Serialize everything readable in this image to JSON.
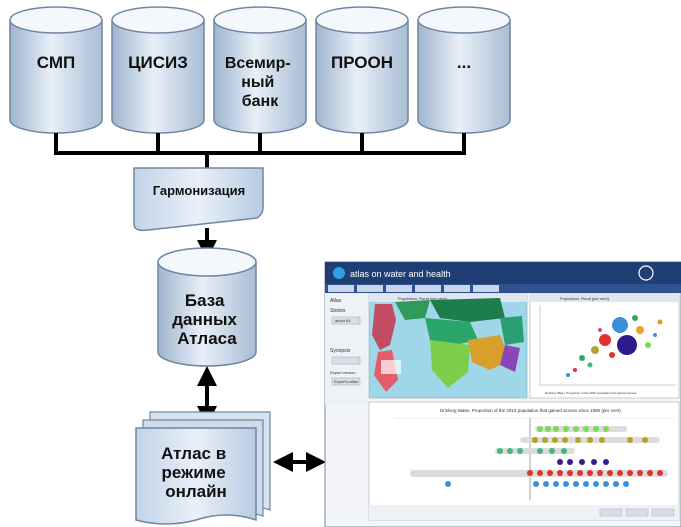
{
  "sources": [
    "СМП",
    "ЦИСИЗ",
    "Всемир-\nный\nбанк",
    "ПРООН",
    "..."
  ],
  "harmonization": "Гармонизация",
  "database": "База\nданных\nАтласа",
  "online_atlas": "Атлас в\nрежиме\nонлайн",
  "screenshot": {
    "title": "atlas on water and health",
    "sidebar": [
      "Atlas",
      "Stories",
      "about All",
      "Synopsis",
      "Expert version",
      "Expert's atlas"
    ],
    "map_label": "Population, Rural (per cent)",
    "scatter_label": "Population, Rural (per cent)",
    "scatter_axis": "Drinking Water, Proportion of the 2010 population that gained access",
    "bottom_title": "Drinking Water, Proportion of the 2010 population that gained access since 1990 (per cent)"
  },
  "colors": {
    "cylinder_top": "#f7fafd",
    "cylinder_body": "#c9d8ea",
    "cylinder_edge": "#8ea5c1",
    "arrow": "#000000",
    "dots": [
      "#7ed957",
      "#b5a12c",
      "#43b97f",
      "#3b1a8c",
      "#e3312c",
      "#3a8fe0"
    ]
  }
}
